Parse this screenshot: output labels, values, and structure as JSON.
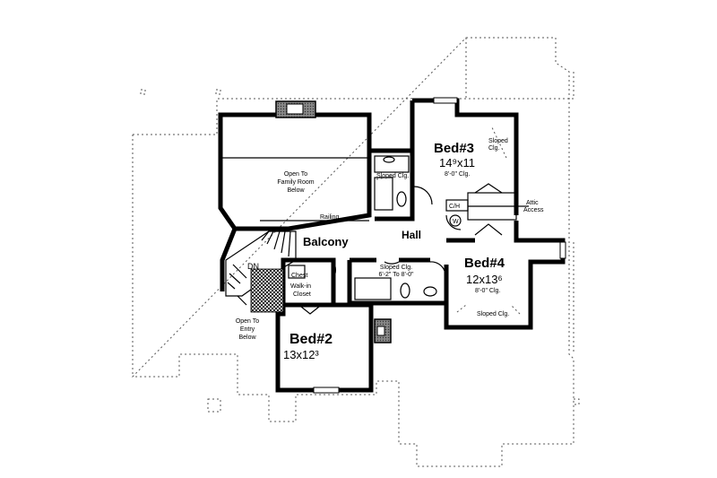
{
  "rooms": {
    "bed3": {
      "name": "Bed#3",
      "size": "14⁹x11",
      "ceiling": "8'-0\" Clg."
    },
    "bed4": {
      "name": "Bed#4",
      "size": "12x13⁶",
      "ceiling": "8'-0\" Clg."
    },
    "bed2": {
      "name": "Bed#2",
      "size": "13x12³"
    }
  },
  "labels": {
    "open_family_1": "Open To",
    "open_family_2": "Family Room",
    "open_family_3": "Below",
    "railing": "Railing",
    "balcony": "Balcony",
    "hall": "Hall",
    "dn": "DN",
    "chest": "Chest",
    "walkin_1": "Walk-in",
    "walkin_2": "Closet",
    "open_entry_1": "Open To",
    "open_entry_2": "Entry",
    "open_entry_3": "Below",
    "sloped_bath": "Sloped Clg.",
    "sloped_bed3_1": "Sloped",
    "sloped_bed3_2": "Clg.",
    "attic_1": "Attic",
    "attic_2": "Access",
    "ch": "C/H",
    "w": "W",
    "sloped_center_1": "Sloped Clg.",
    "sloped_center_2": "6'-2\" To 8'-0\"",
    "sloped_bed4": "Sloped Clg."
  }
}
